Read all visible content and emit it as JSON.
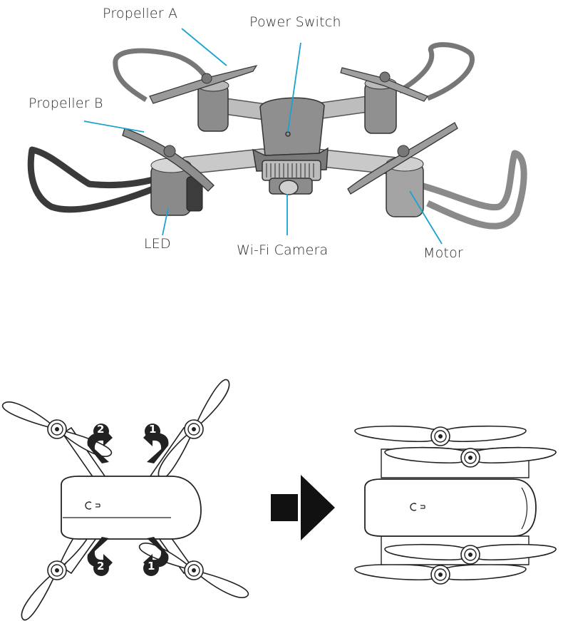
{
  "labels": {
    "propeller_a": "Propeller A",
    "propeller_b": "Propeller B",
    "power_switch": "Power Switch",
    "led": "LED",
    "wifi_camera": "Wi-Fi Camera",
    "motor": "Motor"
  },
  "steps": {
    "step_1": "1",
    "step_2": "2"
  },
  "colors": {
    "leader_line": "#1ba3cf",
    "body_gray": "#9a9a9a",
    "dark_gray": "#555555",
    "outline": "#222222"
  }
}
